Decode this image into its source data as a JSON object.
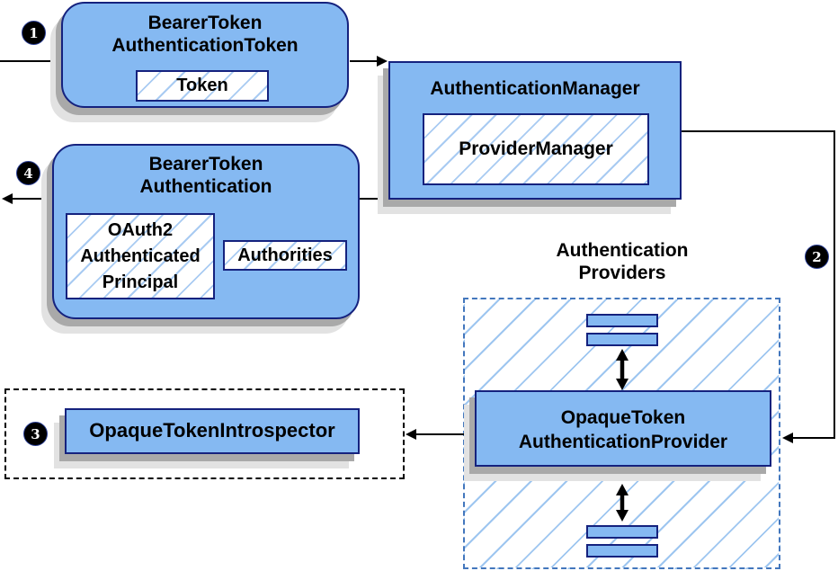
{
  "badges": {
    "one": "1",
    "two": "2",
    "three": "3",
    "four": "4"
  },
  "nodes": {
    "bearer_token_authentication_token": {
      "line1": "BearerToken",
      "line2": "AuthenticationToken",
      "token": "Token"
    },
    "authentication_manager": {
      "label": "AuthenticationManager",
      "provider_manager": "ProviderManager"
    },
    "bearer_token_authentication": {
      "line1": "BearerToken",
      "line2": "Authentication",
      "principal_line1": "OAuth2",
      "principal_line2": "Authenticated",
      "principal_line3": "Principal",
      "authorities": "Authorities"
    },
    "authentication_providers": {
      "line1": "Authentication",
      "line2": "Providers"
    },
    "opaque_token_authentication_provider": {
      "line1": "OpaqueToken",
      "line2": "AuthenticationProvider"
    },
    "opaque_token_introspector": {
      "label": "OpaqueTokenIntrospector"
    }
  },
  "colors": {
    "node_fill": "#85B9F2",
    "node_border": "#15227E",
    "hatch_line": "#A9CBF2",
    "providers_hatch": "#9EC6F0",
    "providers_border": "#4377BD",
    "connector": "#000000",
    "badge_bg": "#000000",
    "badge_text": "#FFFFFF",
    "shadow_dark": "#A9A9A9",
    "shadow_light": "#E2E2E2"
  }
}
